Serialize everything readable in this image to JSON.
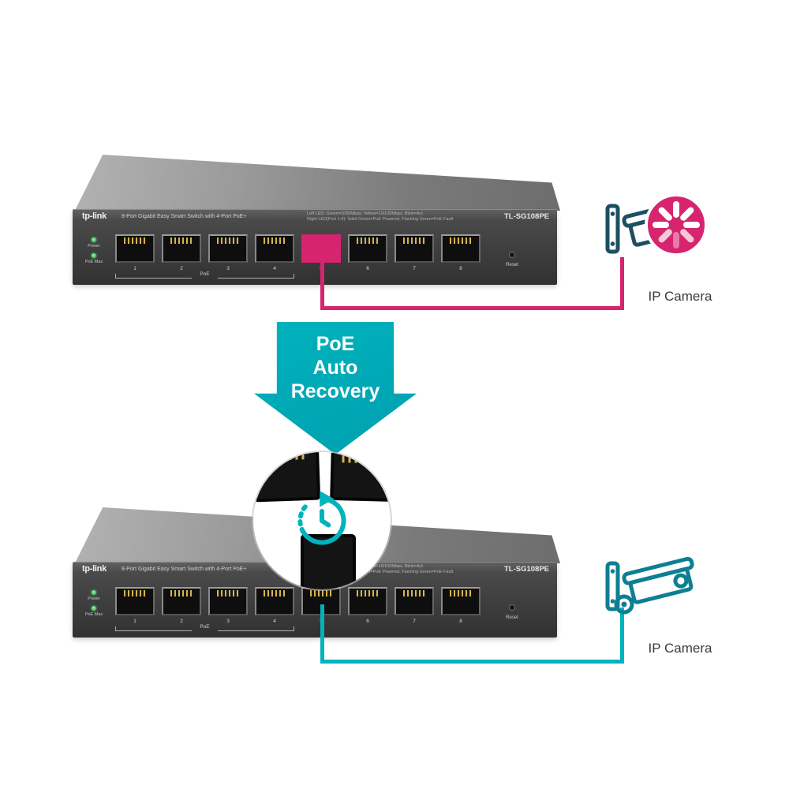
{
  "colors": {
    "pink": "#d6246e",
    "teal": "#00b3bd",
    "teal_dark": "#009fae",
    "camera_top": "#1d4f63",
    "camera_bottom": "#0e7f93"
  },
  "switch": {
    "logo": "tp-link",
    "title": "8-Port Gigabit Easy Smart Switch with 4-Port PoE+",
    "model": "TL-SG108PE",
    "legend_line1": "Left LED: Green=1000Mbps, Yellow=10/100Mbps, Blink=Act",
    "legend_line2": "Right LED(Port 1-4): Solid Green=PoE Powered, Flashing Green=PoE Fault",
    "led_power": "Power",
    "led_poe_max": "PoE Max",
    "poe_group_label": "PoE",
    "reset_label": "Reset",
    "ports": [
      "1",
      "2",
      "3",
      "4",
      "5",
      "6",
      "7",
      "8"
    ]
  },
  "arrow": {
    "lines": [
      "PoE",
      "Auto",
      "Recovery"
    ]
  },
  "scene_before": {
    "camera_label": "IP Camera"
  },
  "scene_after": {
    "camera_label": "IP Camera"
  }
}
